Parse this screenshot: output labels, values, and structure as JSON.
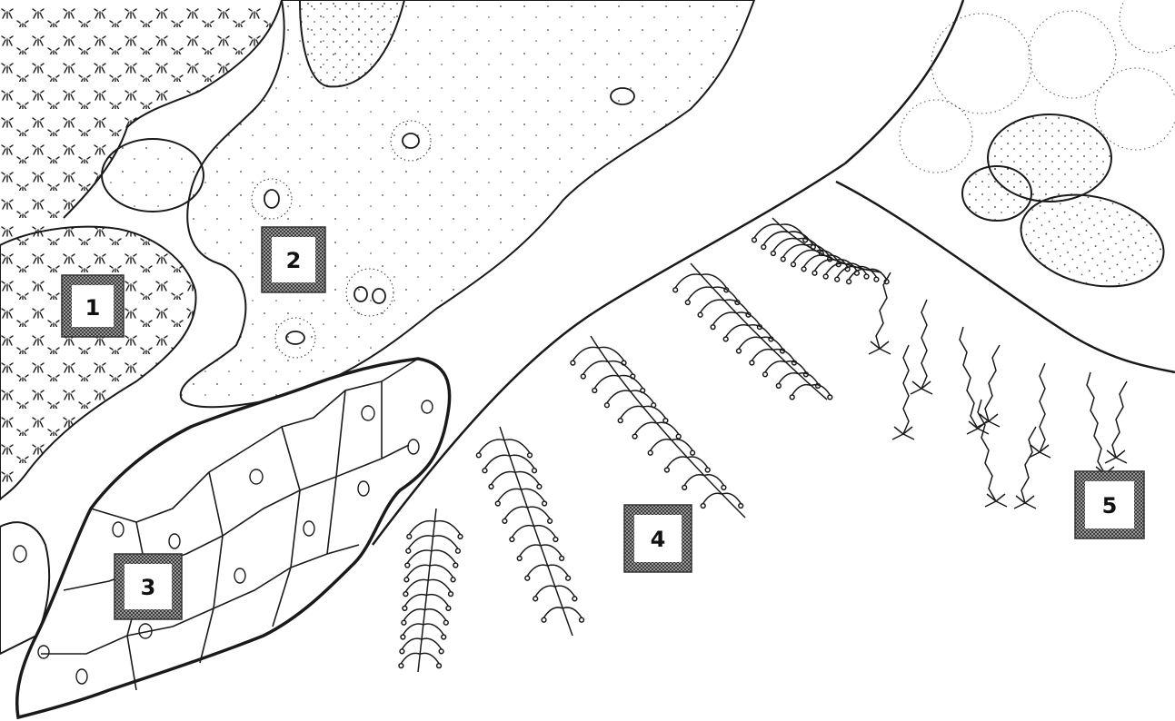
{
  "diagram": {
    "labels": [
      {
        "id": "zone-1",
        "text": "1"
      },
      {
        "id": "zone-2",
        "text": "2"
      },
      {
        "id": "zone-3",
        "text": "3"
      },
      {
        "id": "zone-4",
        "text": "4"
      },
      {
        "id": "zone-5",
        "text": "5"
      }
    ],
    "colors": {
      "ink": "#1a1a1a",
      "label_frame": "#5a5a5a",
      "label_fill": "#ffffff",
      "background": "#ffffff"
    }
  }
}
